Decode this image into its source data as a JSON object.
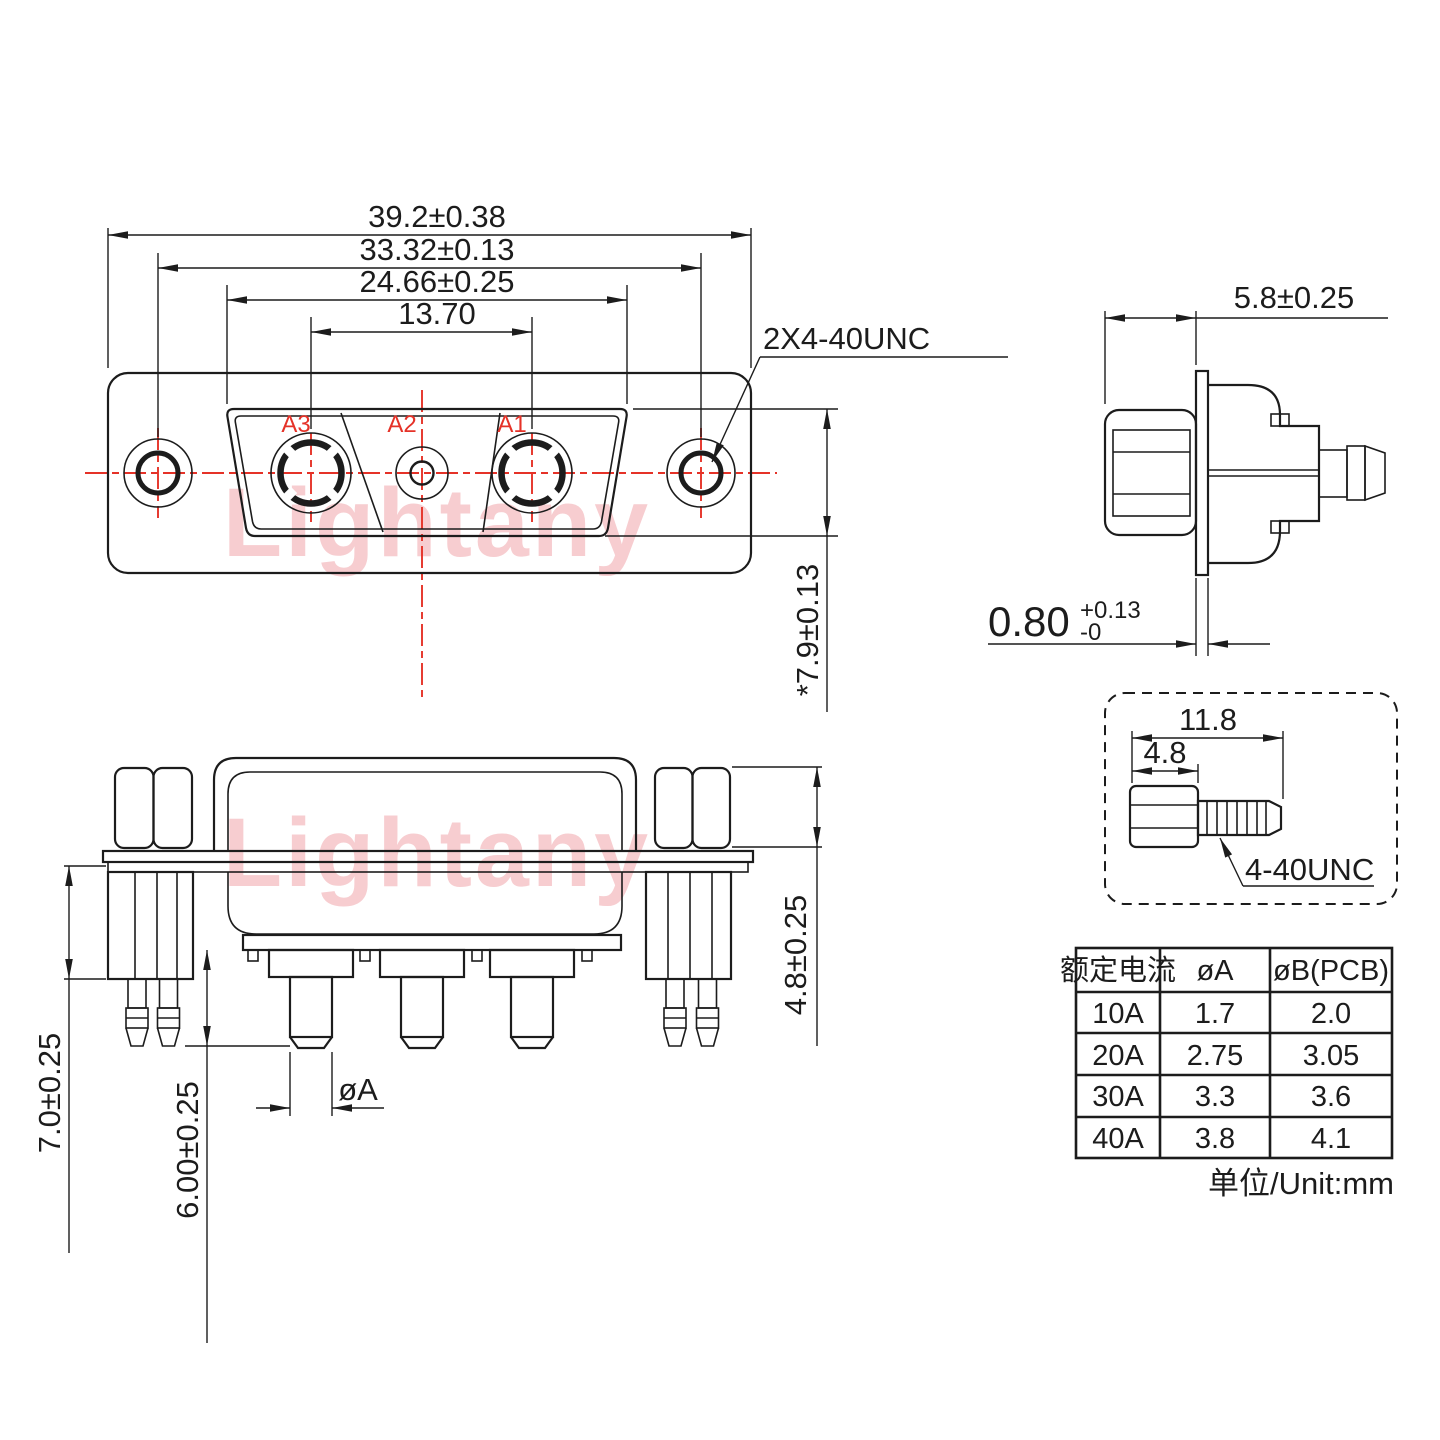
{
  "watermark": "Lightany",
  "front_view": {
    "dim_overall": "39.2±0.38",
    "dim_holes": "33.32±0.13",
    "dim_insert": "24.66±0.25",
    "dim_pitch": "13.70",
    "screw_callout": "2X4-40UNC",
    "dim_height": "*7.9±0.13",
    "contact_a3": "A3",
    "contact_a2": "A2",
    "contact_a1": "A1"
  },
  "side_view": {
    "dim_depth": "5.8±0.25",
    "dim_flange": "0.80",
    "dim_flange_sup": "+0.13",
    "dim_flange_sub": "-0"
  },
  "bottom_view": {
    "dim_bushing": "7.0±0.25",
    "dim_pin": "6.00±0.25",
    "dim_pin_dia": "øA",
    "dim_standoff": "4.8±0.25"
  },
  "screw_detail": {
    "dim_total": "11.8",
    "dim_head": "4.8",
    "thread_label": "4-40UNC"
  },
  "spec_table": {
    "header_current": "额定电流",
    "header_dia_a": "øA",
    "header_dia_b": "øB(PCB)",
    "rows": [
      [
        "10A",
        "1.7",
        "2.0"
      ],
      [
        "20A",
        "2.75",
        "3.05"
      ],
      [
        "30A",
        "3.3",
        "3.6"
      ],
      [
        "40A",
        "3.8",
        "4.1"
      ]
    ],
    "unit_note": "单位/Unit:mm"
  },
  "colors": {
    "line": "#1c1c1c",
    "centerline_red": "#e53228",
    "watermark_pink": "#f7cdd0"
  }
}
